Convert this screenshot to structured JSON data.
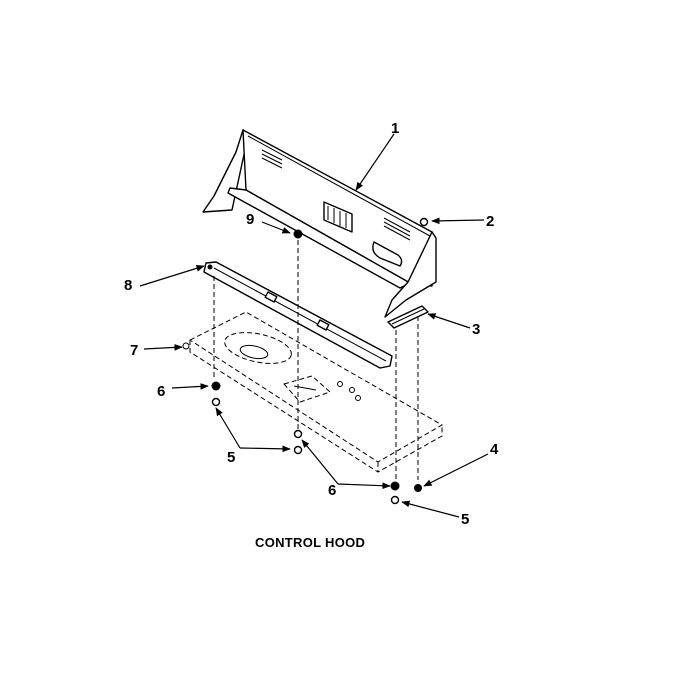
{
  "caption": "CONTROL HOOD",
  "callouts": [
    {
      "id": "1",
      "text": "1"
    },
    {
      "id": "2",
      "text": "2"
    },
    {
      "id": "3",
      "text": "3"
    },
    {
      "id": "4",
      "text": "4"
    },
    {
      "id": "5a",
      "text": "5"
    },
    {
      "id": "5b",
      "text": "5"
    },
    {
      "id": "6a",
      "text": "6"
    },
    {
      "id": "6b",
      "text": "6"
    },
    {
      "id": "7",
      "text": "7"
    },
    {
      "id": "8",
      "text": "8"
    },
    {
      "id": "9",
      "text": "9"
    }
  ]
}
